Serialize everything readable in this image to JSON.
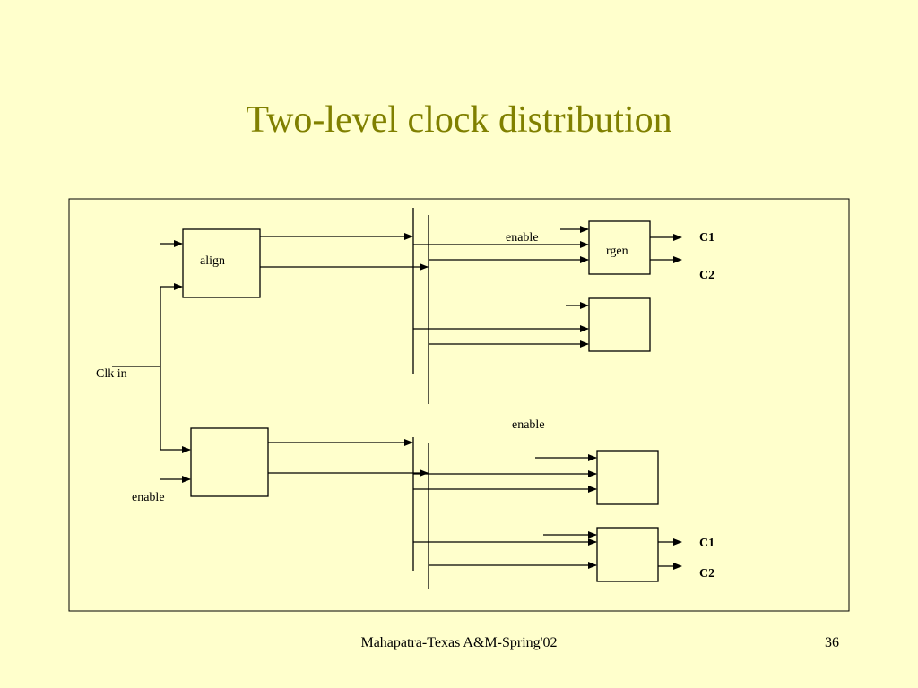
{
  "slide": {
    "title": "Two-level clock distribution",
    "title_color": "#808000",
    "background": "#FFFFCC"
  },
  "diagram": {
    "clk_in": "Clk in",
    "align": "align",
    "rgen": "rgen",
    "enable_top": "enable",
    "enable_middle": "enable",
    "enable_left": "enable",
    "c1_top": "C1",
    "c2_top": "C2",
    "c1_bottom": "C1",
    "c2_bottom": "C2"
  },
  "footer": {
    "credit": "Mahapatra-Texas A&M-Spring'02",
    "page_number": "36"
  }
}
